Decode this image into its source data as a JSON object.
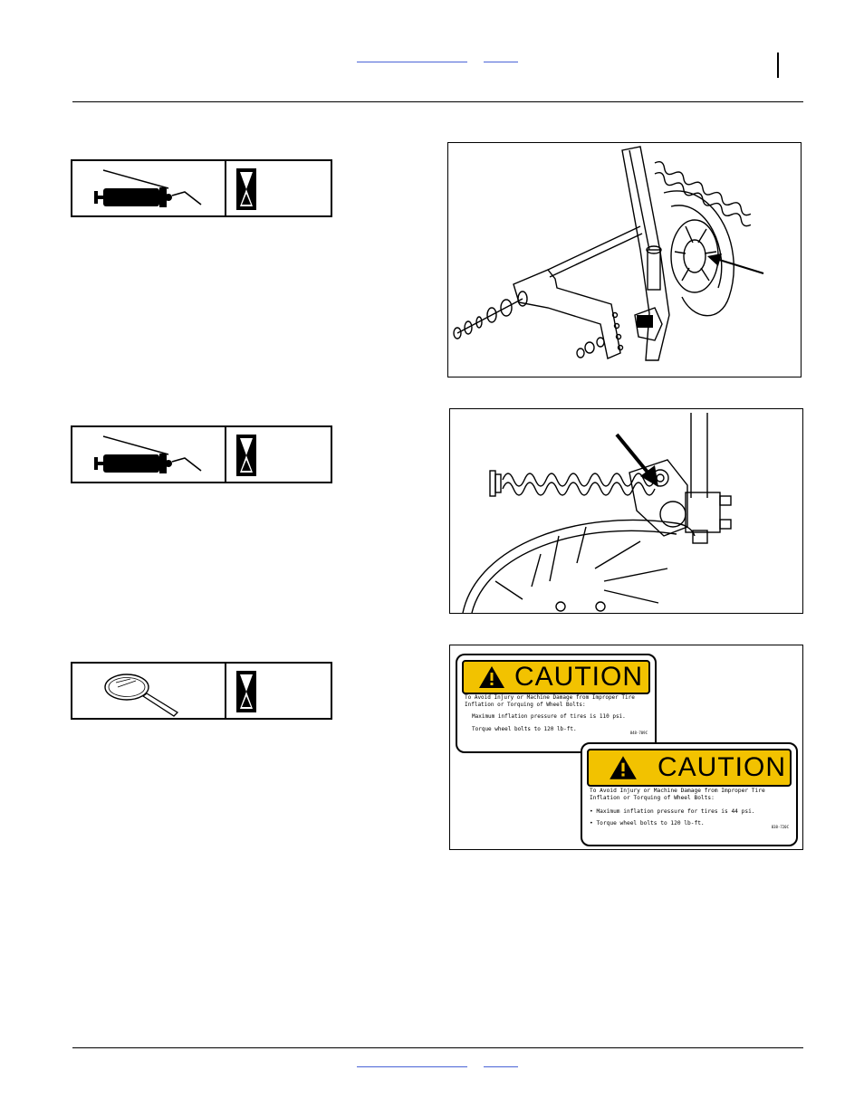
{
  "header": {},
  "footer": {},
  "decals": [
    {
      "heading": "CAUTION",
      "intro": "To Avoid Injury or Machine Damage from Improper Tire\nInflation or Torquing of Wheel Bolts:",
      "line1": "Maximum inflation pressure of tires is 110 psi.",
      "line2": "Torque wheel bolts to 120 lb-ft.",
      "code": "848-709C"
    },
    {
      "heading": "CAUTION",
      "intro": "To Avoid Injury or Machine Damage from Improper Tire\nInflation or Torquing of Wheel Bolts:",
      "line1": "• Maximum inflation pressure for tires is 44 psi.",
      "line2": "• Torque wheel bolts to 120 lb-ft.",
      "code": "838-720C"
    }
  ],
  "icons": {
    "grease": "grease-gun-icon",
    "inspect": "magnifier-icon",
    "interval": "hourglass-icon"
  },
  "colors": {
    "caution_yellow": "#f2c200",
    "link_blue": "#4a63d6"
  }
}
